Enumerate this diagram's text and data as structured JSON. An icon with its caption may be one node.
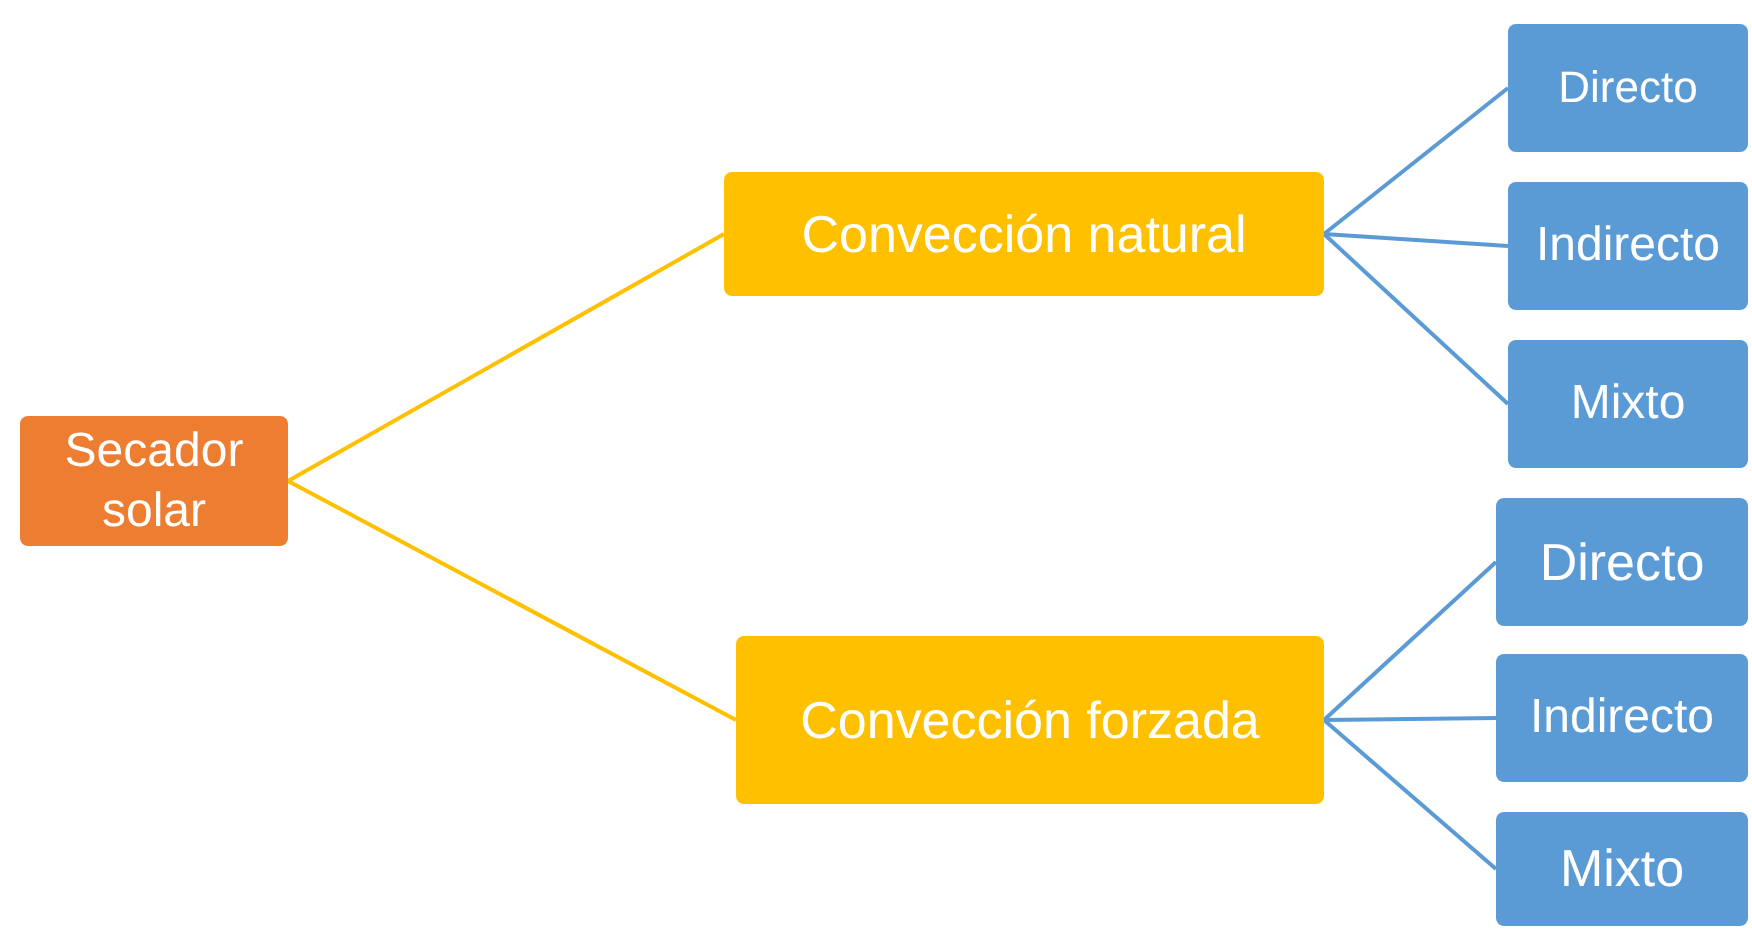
{
  "diagram": {
    "nodes": [
      {
        "text": [
          "Secador solar"
        ]
      },
      {
        "text": [
          "Convección natural"
        ]
      },
      {
        "text": [
          "Convección forzada"
        ]
      },
      {
        "text": [
          "Directo"
        ]
      },
      {
        "text": [
          "Indirecto"
        ]
      },
      {
        "text": [
          "Mixto"
        ]
      },
      {
        "text": [
          "Directo"
        ]
      },
      {
        "text": [
          "Indirecto"
        ]
      },
      {
        "text": [
          "Mixto"
        ]
      }
    ],
    "edges": [
      {
        "from": 0,
        "to": 1,
        "arrow": "none",
        "color": "#ffc000"
      },
      {
        "from": 0,
        "to": 2,
        "arrow": "none",
        "color": "#ffc000"
      },
      {
        "from": 1,
        "to": 3,
        "arrow": "none"
      },
      {
        "from": 1,
        "to": 4,
        "arrow": "none"
      },
      {
        "from": 1,
        "to": 5,
        "arrow": "none"
      },
      {
        "from": 2,
        "to": 6,
        "arrow": "none"
      },
      {
        "from": 2,
        "to": 7,
        "arrow": "none"
      },
      {
        "from": 2,
        "to": 8,
        "arrow": "none"
      }
    ]
  }
}
